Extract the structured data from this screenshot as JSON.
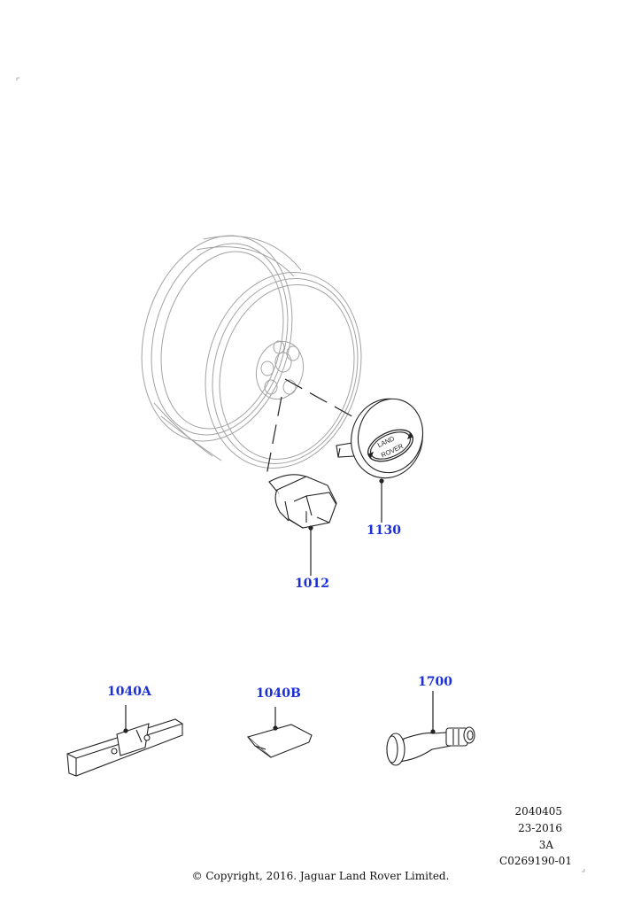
{
  "parts": [
    {
      "ref": "1130",
      "name": "wheel-center-cap"
    },
    {
      "ref": "1012",
      "name": "wheel-nut"
    },
    {
      "ref": "1040A",
      "name": "balance-weight-clip-on"
    },
    {
      "ref": "1040B",
      "name": "balance-weight-adhesive"
    },
    {
      "ref": "1700",
      "name": "tyre-valve"
    }
  ],
  "cap_badge": {
    "line1": "LAND",
    "line2": "ROVER"
  },
  "info": {
    "code": "2040405",
    "date": "23-2016",
    "rev": "3A",
    "illustration_id": "C0269190-01"
  },
  "copyright": "© Copyright, 2016. Jaguar Land Rover Limited.",
  "colors": {
    "callout": "#1a2fd6",
    "line": "#222222",
    "wheel_line": "#9a9a9a"
  }
}
